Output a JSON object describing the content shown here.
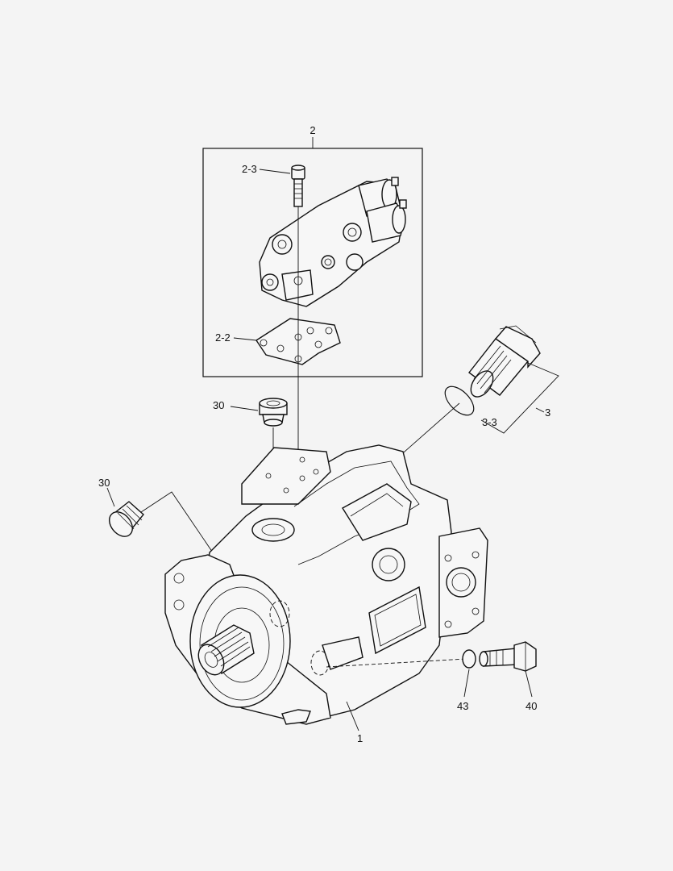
{
  "labels": {
    "pump": "1",
    "control_valve": "2",
    "valve_gasket": "2-2",
    "valve_bolt": "2-3",
    "fitting": "3",
    "fitting_oring": "3-3",
    "plug_top": "30",
    "plug_left": "30",
    "bolt": "40",
    "washer": "43"
  },
  "colors": {
    "background": "#f4f4f4",
    "line": "#111111",
    "part_fill": "#f7f7f7"
  }
}
